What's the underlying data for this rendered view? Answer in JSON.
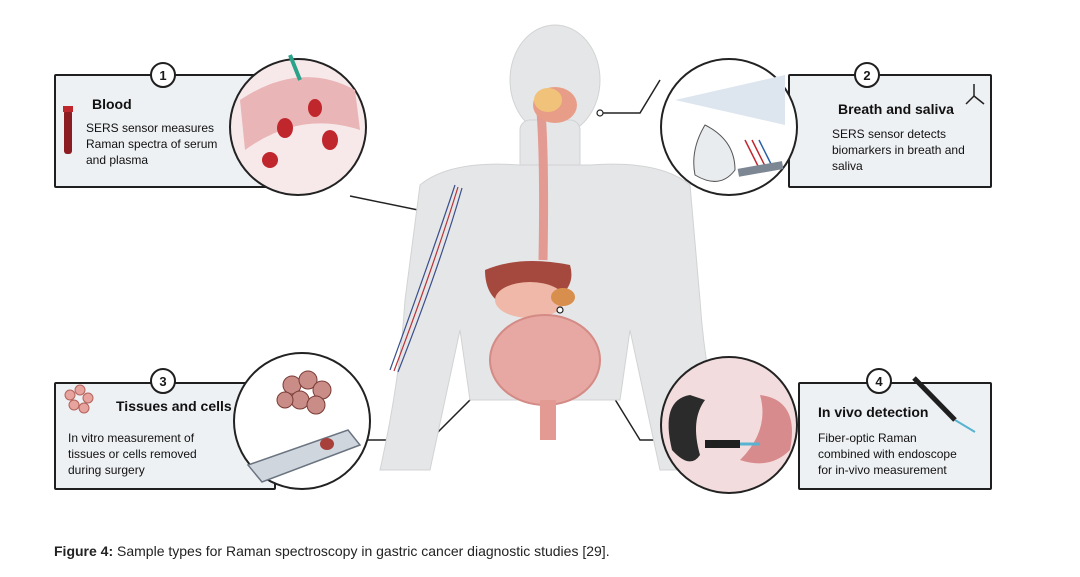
{
  "panels": [
    {
      "number": "1",
      "title": "Blood",
      "description": "SERS sensor measures Raman spectra of serum and plasma"
    },
    {
      "number": "2",
      "title": "Breath and saliva",
      "description": "SERS sensor detects biomarkers in breath and saliva"
    },
    {
      "number": "3",
      "title": "Tissues and cells",
      "description": "In vitro measurement of tissues or cells removed during surgery"
    },
    {
      "number": "4",
      "title": "In vivo detection",
      "description": "Fiber-optic Raman combined with endoscope for in-vivo measurement"
    }
  ],
  "caption": {
    "label": "Figure 4:",
    "text": "Sample types for Raman spectroscopy in gastric cancer diagnostic studies [29]."
  },
  "colors": {
    "panel_bg": "#eef1f4",
    "circle_bg": "#f7e9ea",
    "body": "#e6e7e8",
    "organ": "#e9a39b",
    "blood": "#c0272d"
  },
  "icons": [
    "blood-tube-icon",
    "molecule-icon",
    "cell-cluster-icon",
    "fiber-probe-icon"
  ]
}
